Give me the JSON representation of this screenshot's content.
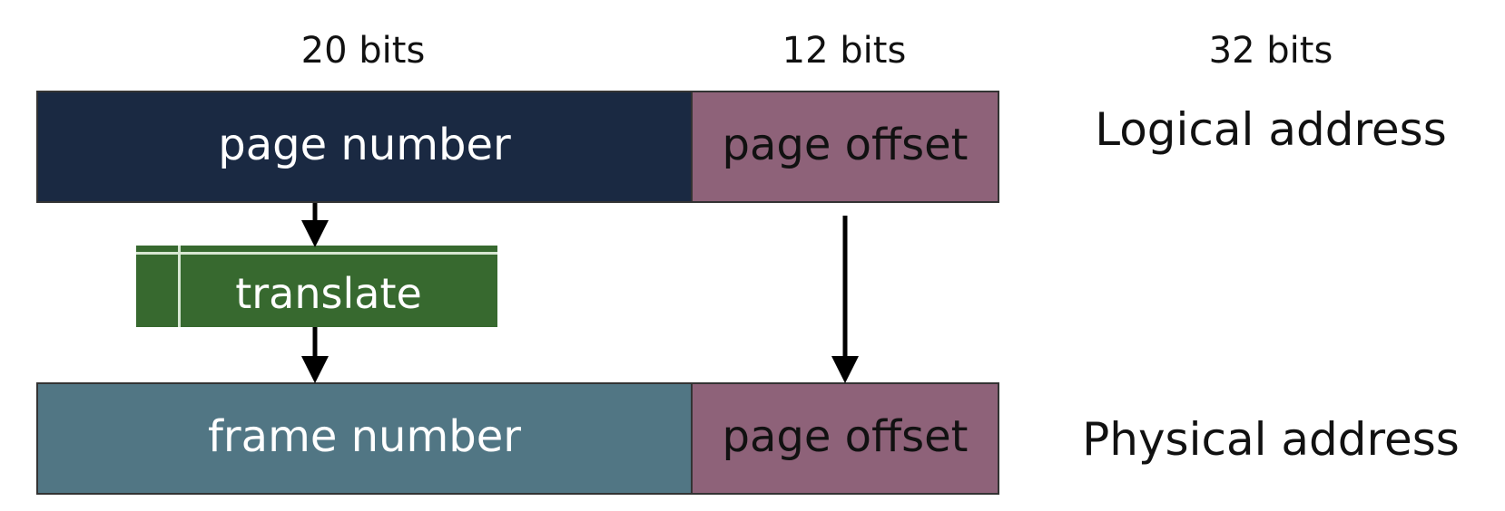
{
  "bits": {
    "page_number_bits": "20 bits",
    "offset_bits": "12 bits",
    "total_bits": "32 bits"
  },
  "logical": {
    "page_number": "page number",
    "page_offset": "page offset",
    "label": "Logical address"
  },
  "translate": {
    "label": "translate"
  },
  "physical": {
    "frame_number": "frame number",
    "page_offset": "page offset",
    "label": "Physical address"
  },
  "colors": {
    "page_number": "#1a2942",
    "page_offset": "#8e6279",
    "translate": "#37692f",
    "frame_number": "#517684",
    "arrow": "#000000"
  }
}
